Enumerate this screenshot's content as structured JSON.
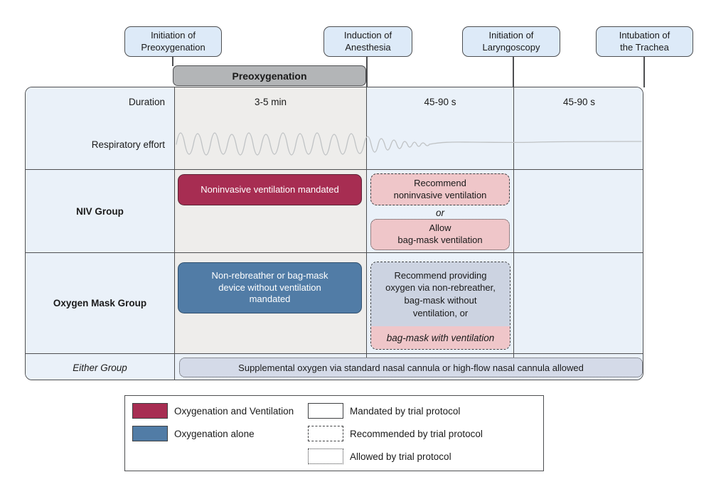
{
  "timeline_events": [
    {
      "label": "Initiation of\nPreoxygenation"
    },
    {
      "label": "Induction of\nAnesthesia"
    },
    {
      "label": "Initiation of\nLaryngoscopy"
    },
    {
      "label": "Intubation of\nthe Trachea"
    }
  ],
  "preoxygenation_bar_label": "Preoxygenation",
  "table": {
    "duration_label": "Duration",
    "respiratory_label": "Respiratory effort",
    "durations": [
      "3-5 min",
      "45-90 s",
      "45-90 s"
    ],
    "niv_group": {
      "label": "NIV Group",
      "mandated_box": "Noninvasive ventilation mandated",
      "recommend_box": "Recommend\nnoninvasive ventilation",
      "or_text": "or",
      "allow_box": "Allow\nbag-mask ventilation"
    },
    "oxygen_mask_group": {
      "label": "Oxygen Mask Group",
      "mandated_box": "Non-rebreather or bag-mask\ndevice without ventilation\nmandated",
      "recommend_box": "Recommend providing\noxygen via non-rebreather,\nbag-mask without\nventilation, or",
      "allow_italic": "bag-mask with ventilation"
    },
    "either_group": {
      "label": "Either Group",
      "allowed_box": "Supplemental oxygen via standard nasal cannula or high-flow nasal cannula allowed"
    }
  },
  "legend": {
    "color_items": [
      {
        "label": "Oxygenation and Ventilation"
      },
      {
        "label": "Oxygenation alone"
      }
    ],
    "border_items": [
      {
        "label": "Mandated by trial protocol",
        "style": "solid"
      },
      {
        "label": "Recommended by trial protocol",
        "style": "dashed"
      },
      {
        "label": "Allowed by trial protocol",
        "style": "dotted"
      }
    ]
  },
  "colors": {
    "crimson": "#a72d52",
    "steel_blue": "#517ca6",
    "pink": "#efc6c9",
    "lavender": "#ccd3e1",
    "lavender_light": "#d4dae8",
    "light_blue_cell": "#eaf1f9",
    "light_blue_box": "#ddeaf8",
    "gray_col": "#eeedeb",
    "gray_bar": "#b3b5b7",
    "border_dark": "#4e4f51",
    "waveform": "#bfc2c4"
  }
}
